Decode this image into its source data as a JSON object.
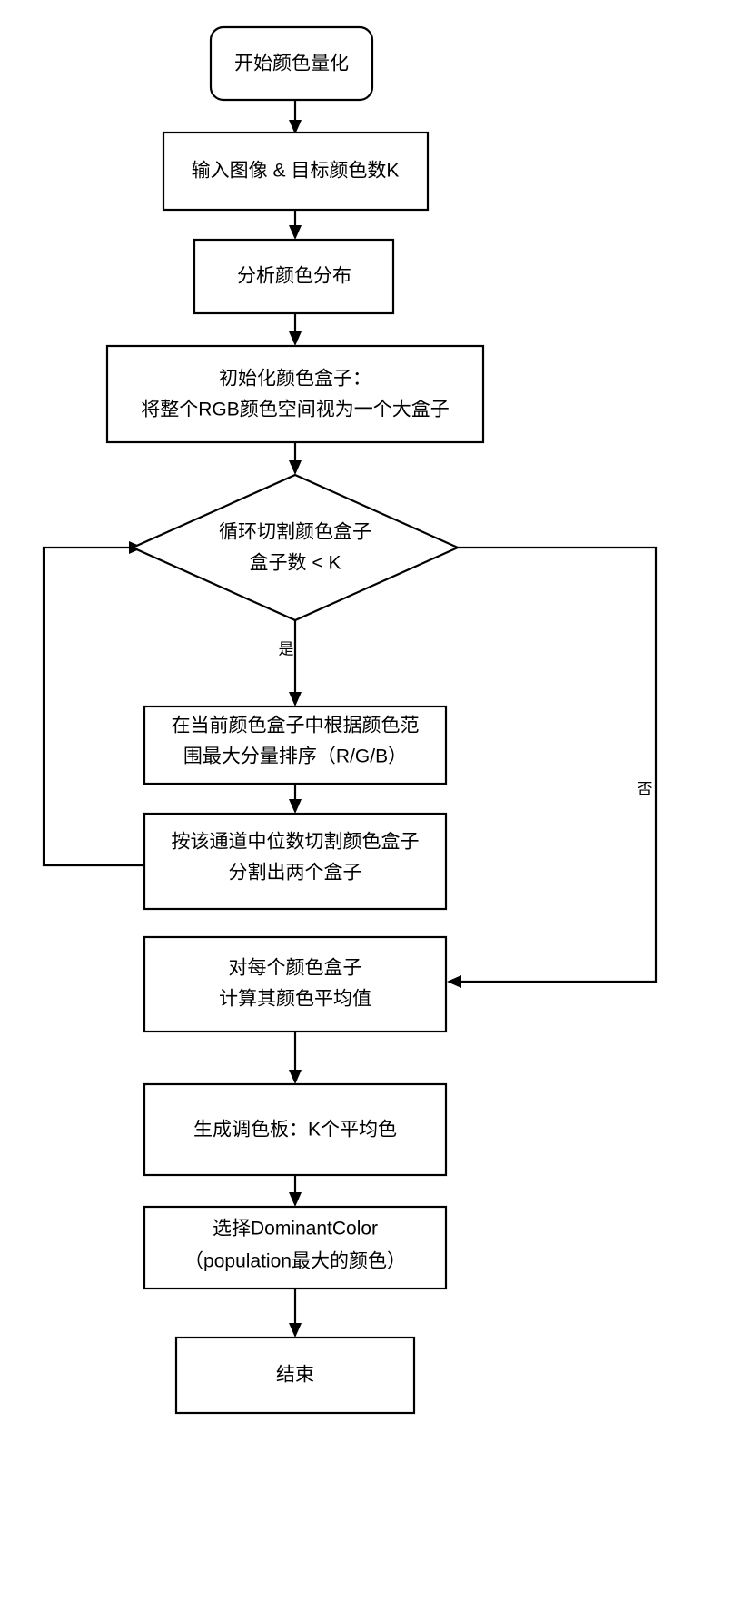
{
  "diagram": {
    "type": "flowchart",
    "orientation": "top-to-bottom",
    "background_color": "#ffffff",
    "stroke_color": "#000000",
    "fill_color": "#ffffff",
    "nodes": [
      {
        "id": "start",
        "shape": "rounded-rectangle",
        "lines": [
          "开始颜色量化"
        ]
      },
      {
        "id": "input",
        "shape": "rectangle",
        "lines": [
          "输入图像 & 目标颜色数K"
        ]
      },
      {
        "id": "analyze",
        "shape": "rectangle",
        "lines": [
          "分析颜色分布"
        ]
      },
      {
        "id": "init-box",
        "shape": "rectangle",
        "lines": [
          "初始化颜色盒子：",
          "将整个RGB颜色空间视为一个大盒子"
        ]
      },
      {
        "id": "decision-loop",
        "shape": "diamond",
        "lines": [
          "循环切割颜色盒子",
          "盒子数 < K"
        ]
      },
      {
        "id": "sort-channel",
        "shape": "rectangle",
        "lines": [
          "在当前颜色盒子中根据颜色范",
          "围最大分量排序（R/G/B）"
        ]
      },
      {
        "id": "split-median",
        "shape": "rectangle",
        "lines": [
          "按该通道中位数切割颜色盒子",
          "分割出两个盒子"
        ]
      },
      {
        "id": "average-color",
        "shape": "rectangle",
        "lines": [
          "对每个颜色盒子",
          "计算其颜色平均值"
        ]
      },
      {
        "id": "palette",
        "shape": "rectangle",
        "lines": [
          "生成调色板：K个平均色"
        ]
      },
      {
        "id": "dominant",
        "shape": "rectangle",
        "lines": [
          "选择DominantColor",
          "（population最大的颜色）"
        ]
      },
      {
        "id": "end",
        "shape": "rectangle",
        "lines": [
          "结束"
        ]
      }
    ],
    "edge_labels": {
      "yes": "是",
      "no": "否"
    }
  }
}
